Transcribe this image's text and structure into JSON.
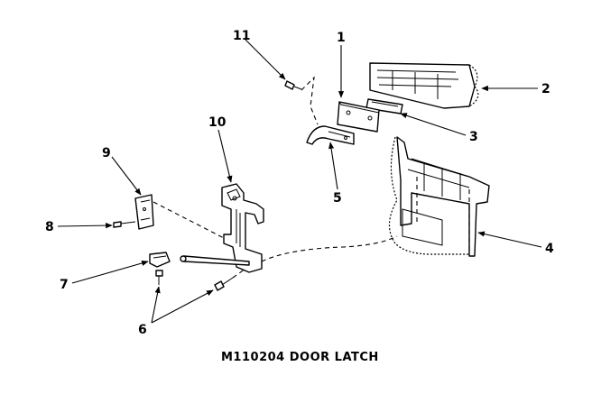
{
  "caption": "M110204 DOOR LATCH",
  "callouts": {
    "c1": "1",
    "c2": "2",
    "c3": "3",
    "c4": "4",
    "c5": "5",
    "c6": "6",
    "c7": "7",
    "c8": "8",
    "c9": "9",
    "c10": "10",
    "c11": "11"
  }
}
